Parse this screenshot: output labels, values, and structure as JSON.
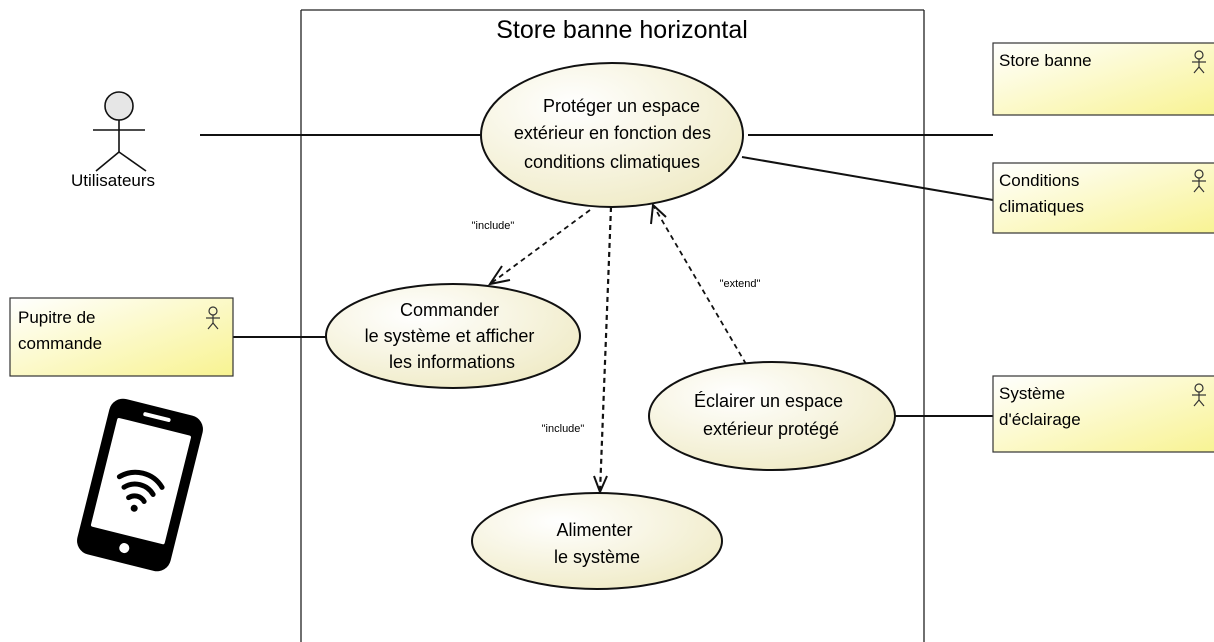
{
  "system": {
    "title": "Store banne horizontal"
  },
  "actors": {
    "users": {
      "label": "Utilisateurs"
    },
    "store_banne": {
      "label": "Store banne"
    },
    "conditions": {
      "label_lines": [
        "Conditions",
        "climatiques"
      ]
    },
    "pupitre": {
      "label_lines": [
        "Pupitre de",
        "commande"
      ]
    },
    "eclairage": {
      "label_lines": [
        "Système",
        "d'éclairage"
      ]
    }
  },
  "use_cases": {
    "proteger": {
      "lines": [
        "Protéger un espace",
        "extérieur en fonction des",
        "conditions  climatiques"
      ]
    },
    "commander": {
      "lines": [
        "Commander",
        "le système et afficher",
        "les informations"
      ]
    },
    "eclairer": {
      "lines": [
        "Éclairer un espace",
        "extérieur protégé"
      ]
    },
    "alimenter": {
      "lines": [
        "Alimenter",
        "le système"
      ]
    }
  },
  "relations": {
    "include_commander": "\"include\"",
    "include_alimenter": "\"include\"",
    "extend_eclairer": "\"extend\""
  },
  "colors": {
    "usecase_fill": "#f5f2c6",
    "actor_box_fill": "#fdfab4",
    "line": "#111111"
  }
}
